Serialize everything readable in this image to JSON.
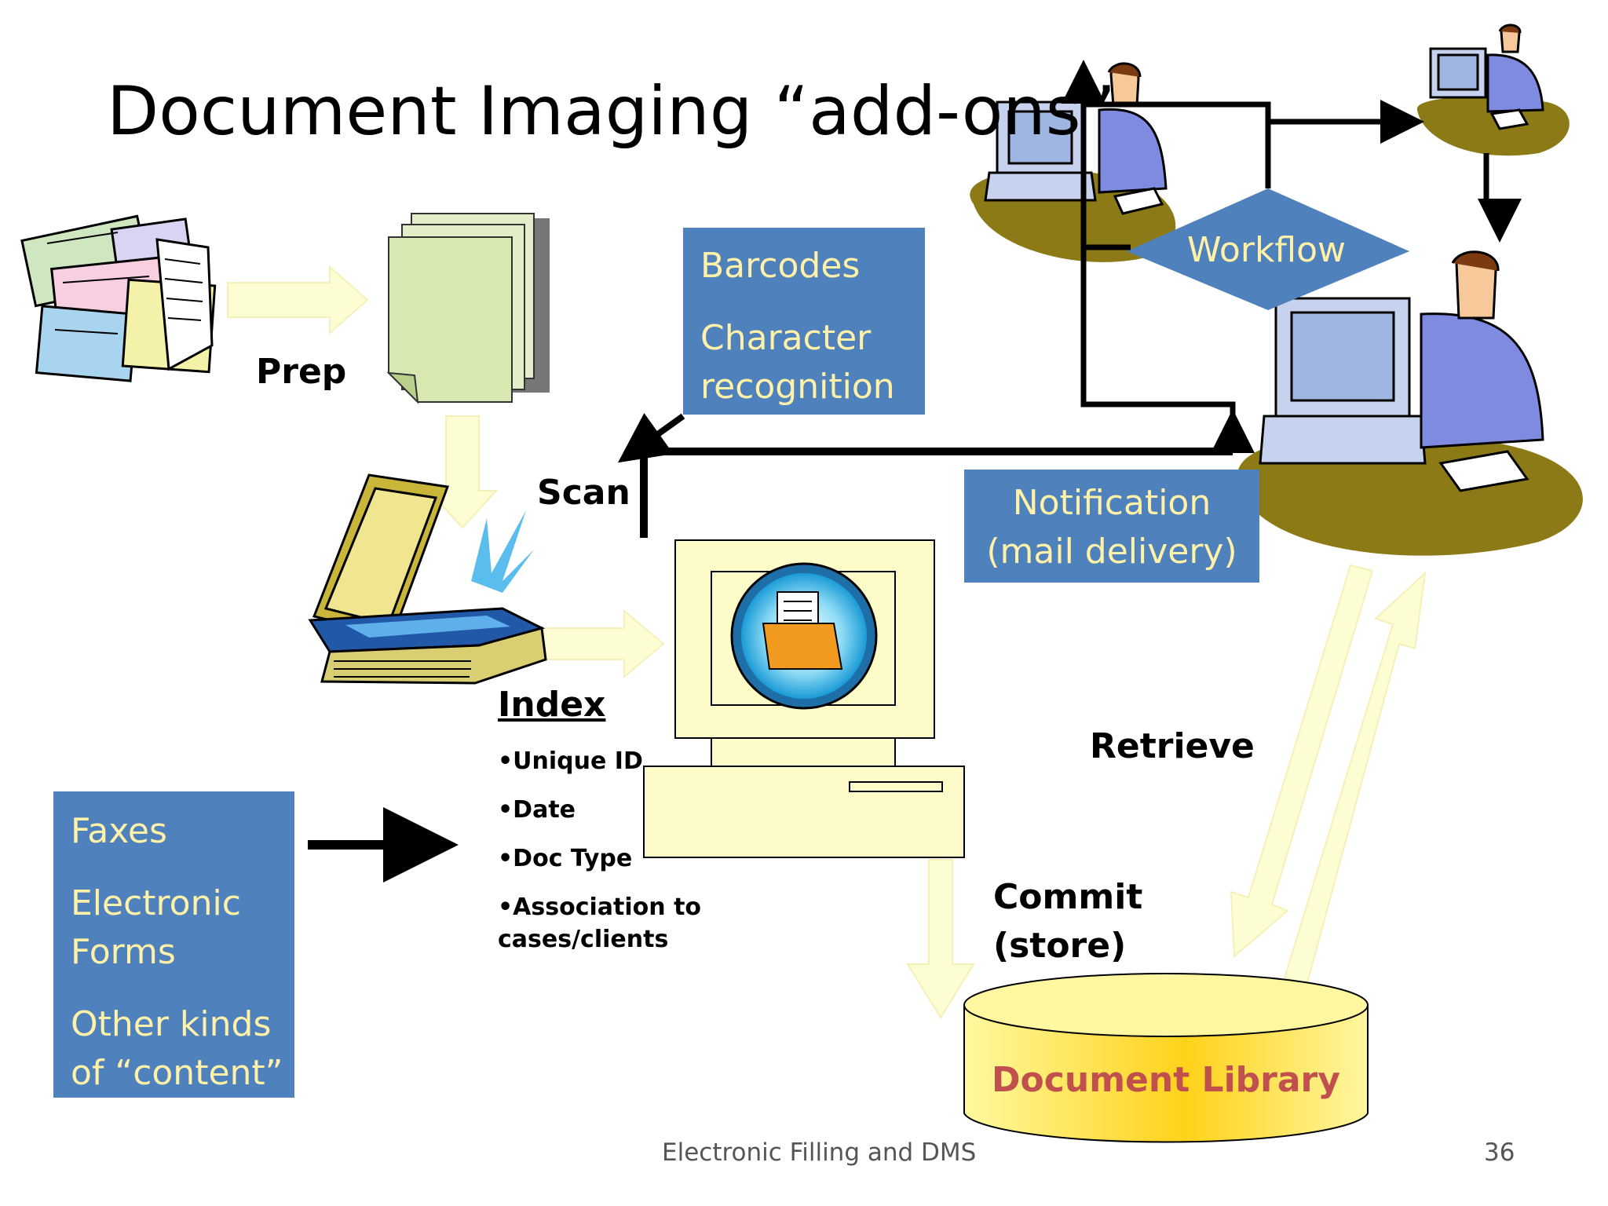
{
  "title": "Document Imaging “add-ons”",
  "labels": {
    "prep": "Prep",
    "scan": "Scan",
    "retrieve": "Retrieve",
    "commit_line1": "Commit",
    "commit_line2": "(store)"
  },
  "boxes": {
    "capture": [
      "Barcodes",
      "Character",
      "recognition"
    ],
    "workflow": "Workflow",
    "notification": [
      "Notification",
      "(mail delivery)"
    ],
    "sources": [
      "Faxes",
      "Electronic",
      "Forms",
      "Other kinds",
      "of “content”"
    ]
  },
  "index": {
    "title": "Index",
    "items": [
      "•Unique ID",
      "•Date",
      "•Doc Type",
      "•Association to",
      "cases/clients"
    ]
  },
  "library": "Document Library",
  "footer": "Electronic Filling and DMS",
  "page_number": "36",
  "colors": {
    "box_fill": "#4f81bd",
    "box_text": "#fff2a8",
    "flow_arrow": "#fdfdd3",
    "library_text": "#c0504d",
    "desk": "#8c7a16"
  }
}
